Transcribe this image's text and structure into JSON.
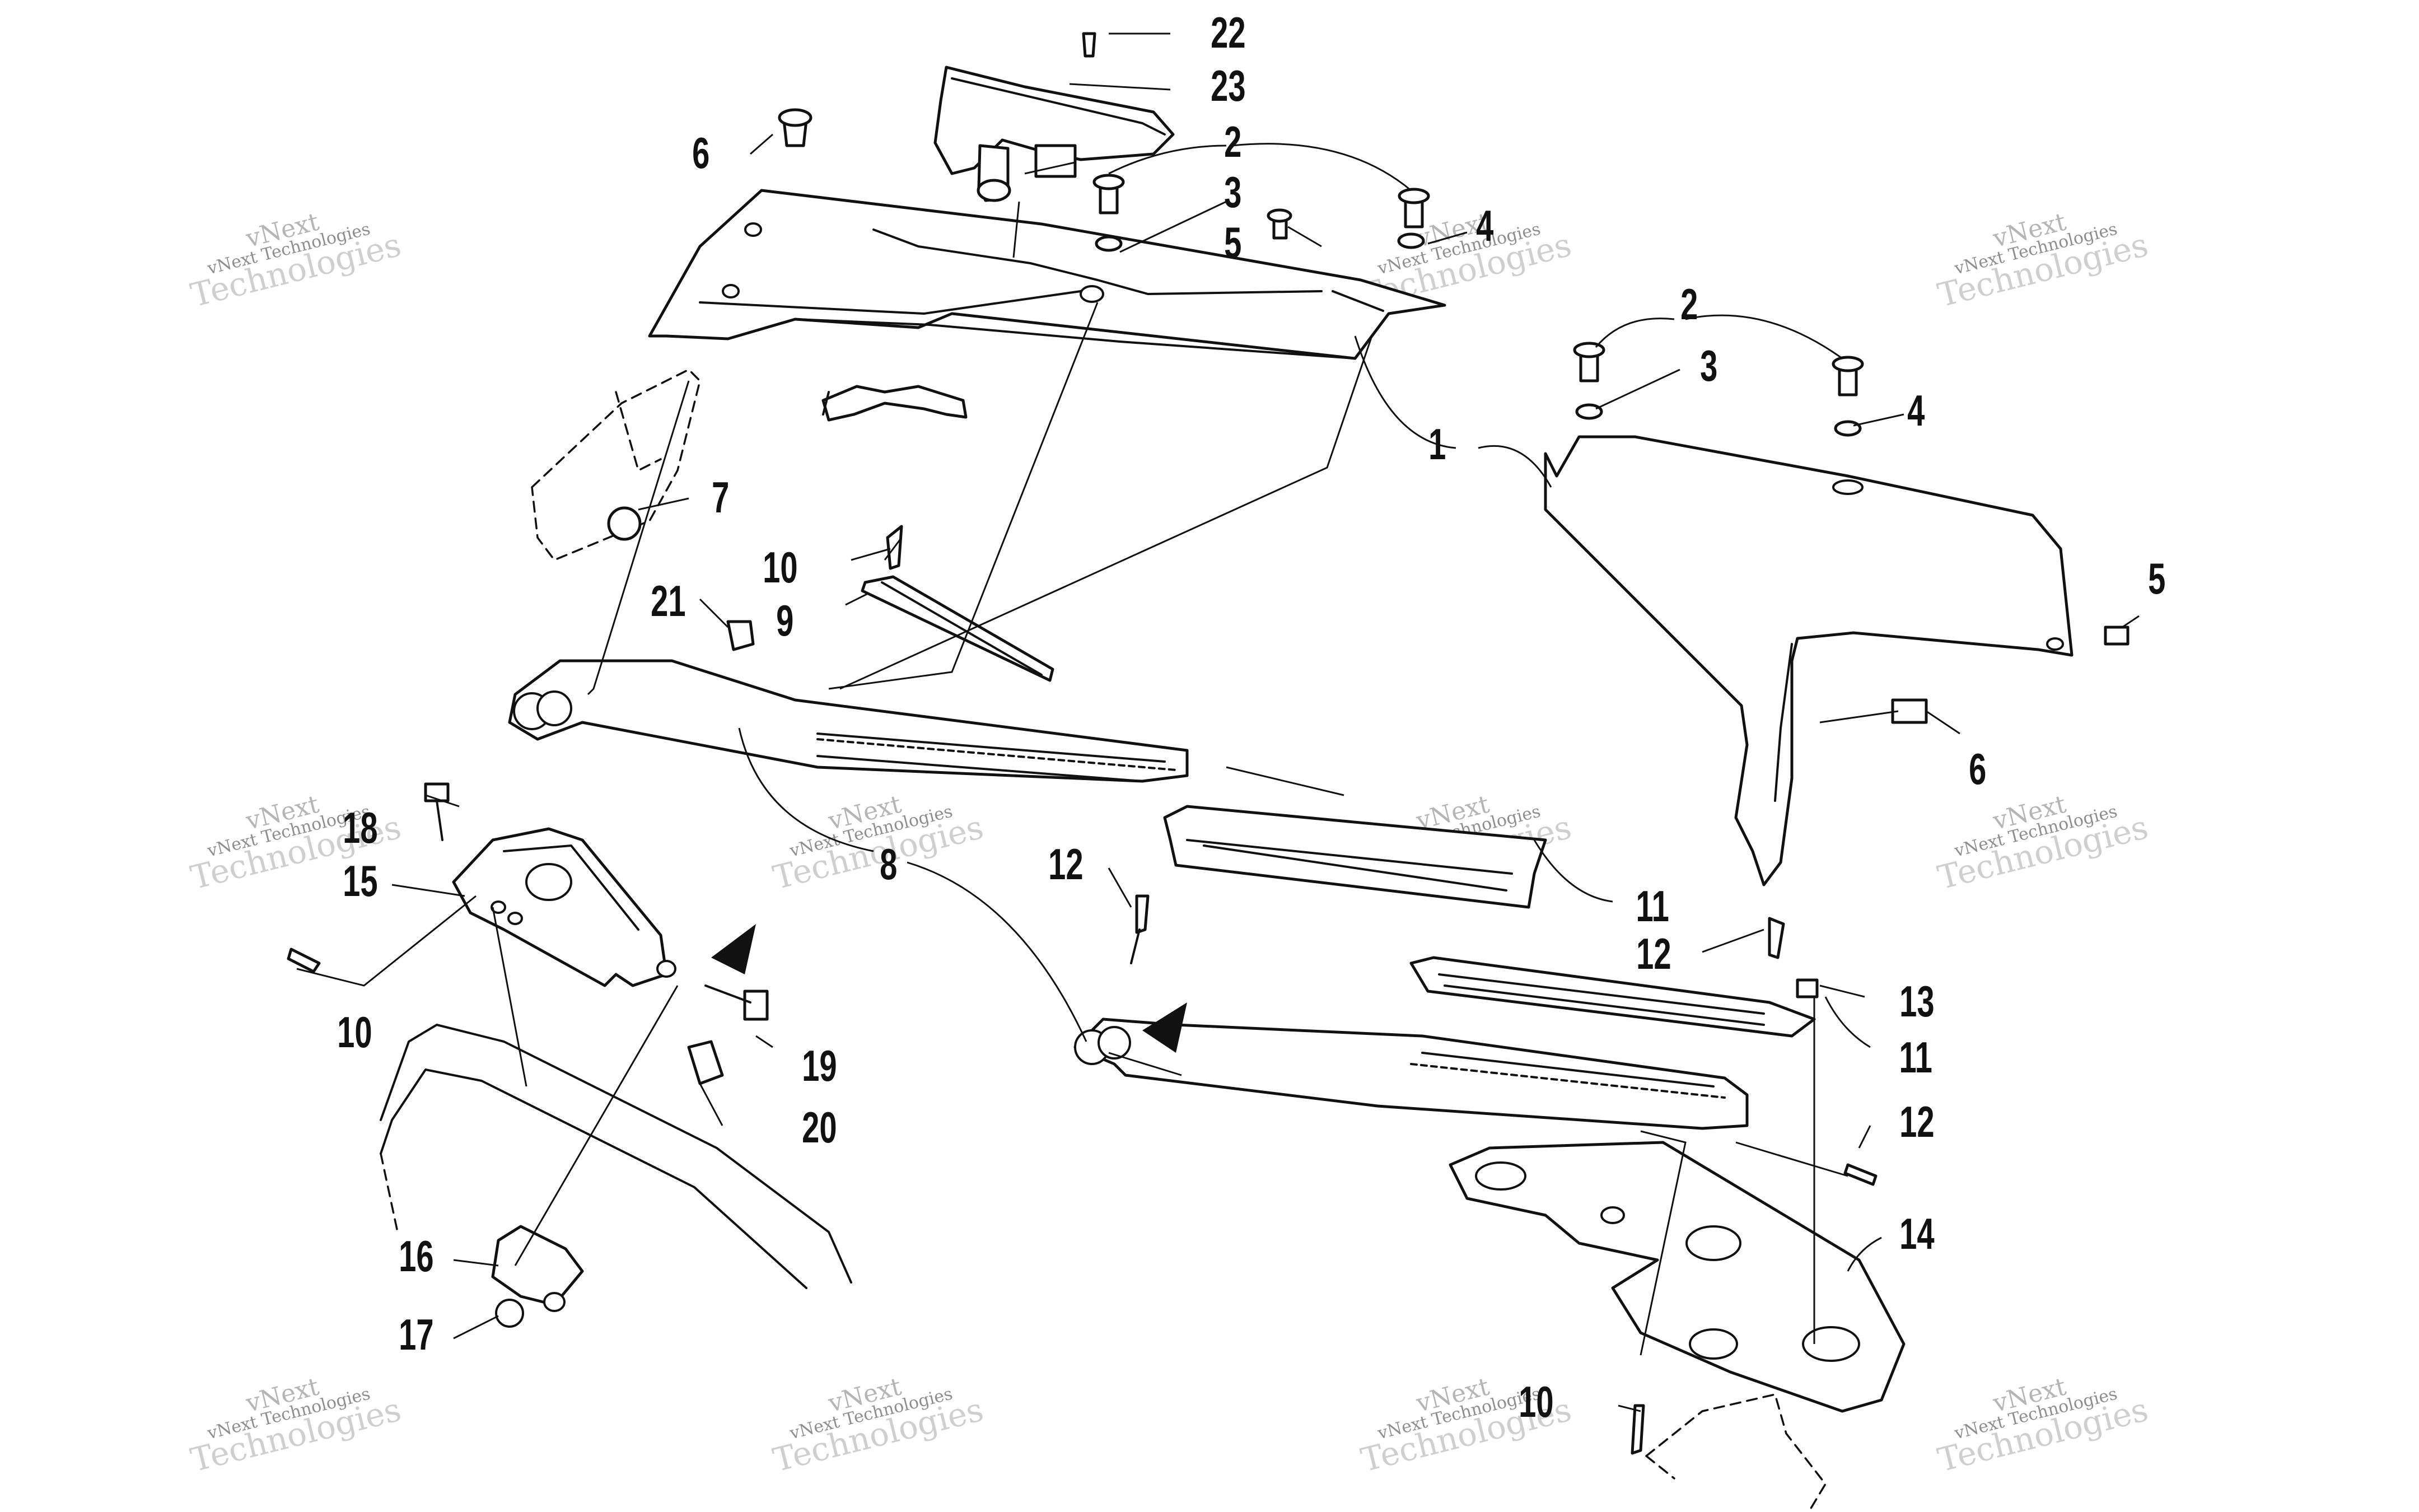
{
  "watermark": {
    "line1": "vNext",
    "line2": "vNext Technologies",
    "line3": "Technologies"
  },
  "callouts": {
    "c22": "22",
    "c23": "23",
    "c6a": "6",
    "c2a": "2",
    "c3a": "3",
    "c5a": "5",
    "c4a": "4",
    "c2b": "2",
    "c3b": "3",
    "c4b": "4",
    "c1": "1",
    "c5b": "5",
    "c6b": "6",
    "c7": "7",
    "c10a": "10",
    "c9": "9",
    "c21": "21",
    "c18": "18",
    "c15": "15",
    "c8": "8",
    "c12a": "12",
    "c11a": "11",
    "c12b": "12",
    "c13": "13",
    "c11b": "11",
    "c12c": "12",
    "c10b": "10",
    "c19": "19",
    "c20": "20",
    "c14": "14",
    "c16": "16",
    "c17": "17",
    "c10c": "10"
  }
}
